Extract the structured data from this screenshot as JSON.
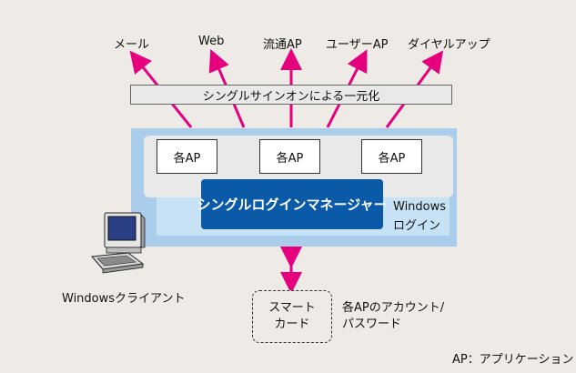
{
  "top_targets": [
    "メール",
    "Web",
    "流通AP",
    "ユーザーAP",
    "ダイヤルアップ"
  ],
  "sso_bar": "シングルサインオンによる一元化",
  "ap_boxes": [
    "各AP",
    "各AP",
    "各AP"
  ],
  "manager_label": "シングルログインマネージャー",
  "windows_login": [
    "Windows",
    "ログイン"
  ],
  "client_label": "Windowsクライアント",
  "smartcard": [
    "スマート",
    "カード"
  ],
  "account_note": [
    "各APのアカウント/",
    "パスワード"
  ],
  "legend_note": "AP：アプリケーション",
  "colors": {
    "arrow": "#e6007e",
    "manager": "#0a5aa7",
    "outer_blue": "#a9cdeb",
    "inner_blue": "#c7e2f4",
    "panel": "#e9e9e9"
  }
}
